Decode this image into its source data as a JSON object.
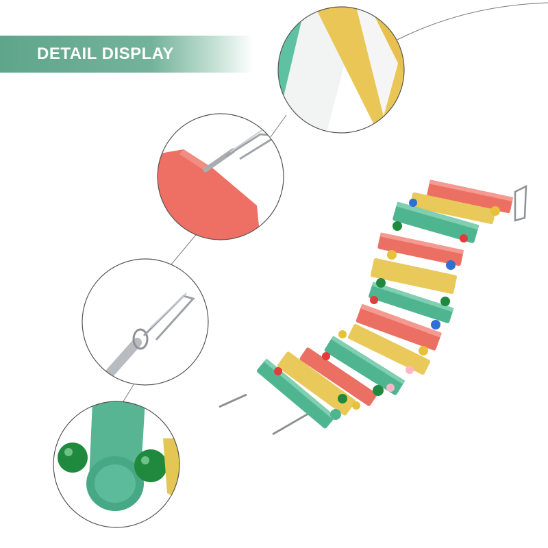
{
  "banner": {
    "title": "DETAIL DISPLAY"
  },
  "colors": {
    "banner": "#6aae95",
    "red_plank": "#ec6f63",
    "yellow_plank": "#e8c95a",
    "green_plank": "#4fb591",
    "circle_border": "#555555",
    "metal": "#b9bcc0"
  },
  "detail_views": [
    "yellow-green-plank-closeup",
    "red-plank-hook-closeup",
    "metal-clip-closeup",
    "green-plank-beads-closeup"
  ],
  "product": "rainbow-wooden-ladder-bridge"
}
